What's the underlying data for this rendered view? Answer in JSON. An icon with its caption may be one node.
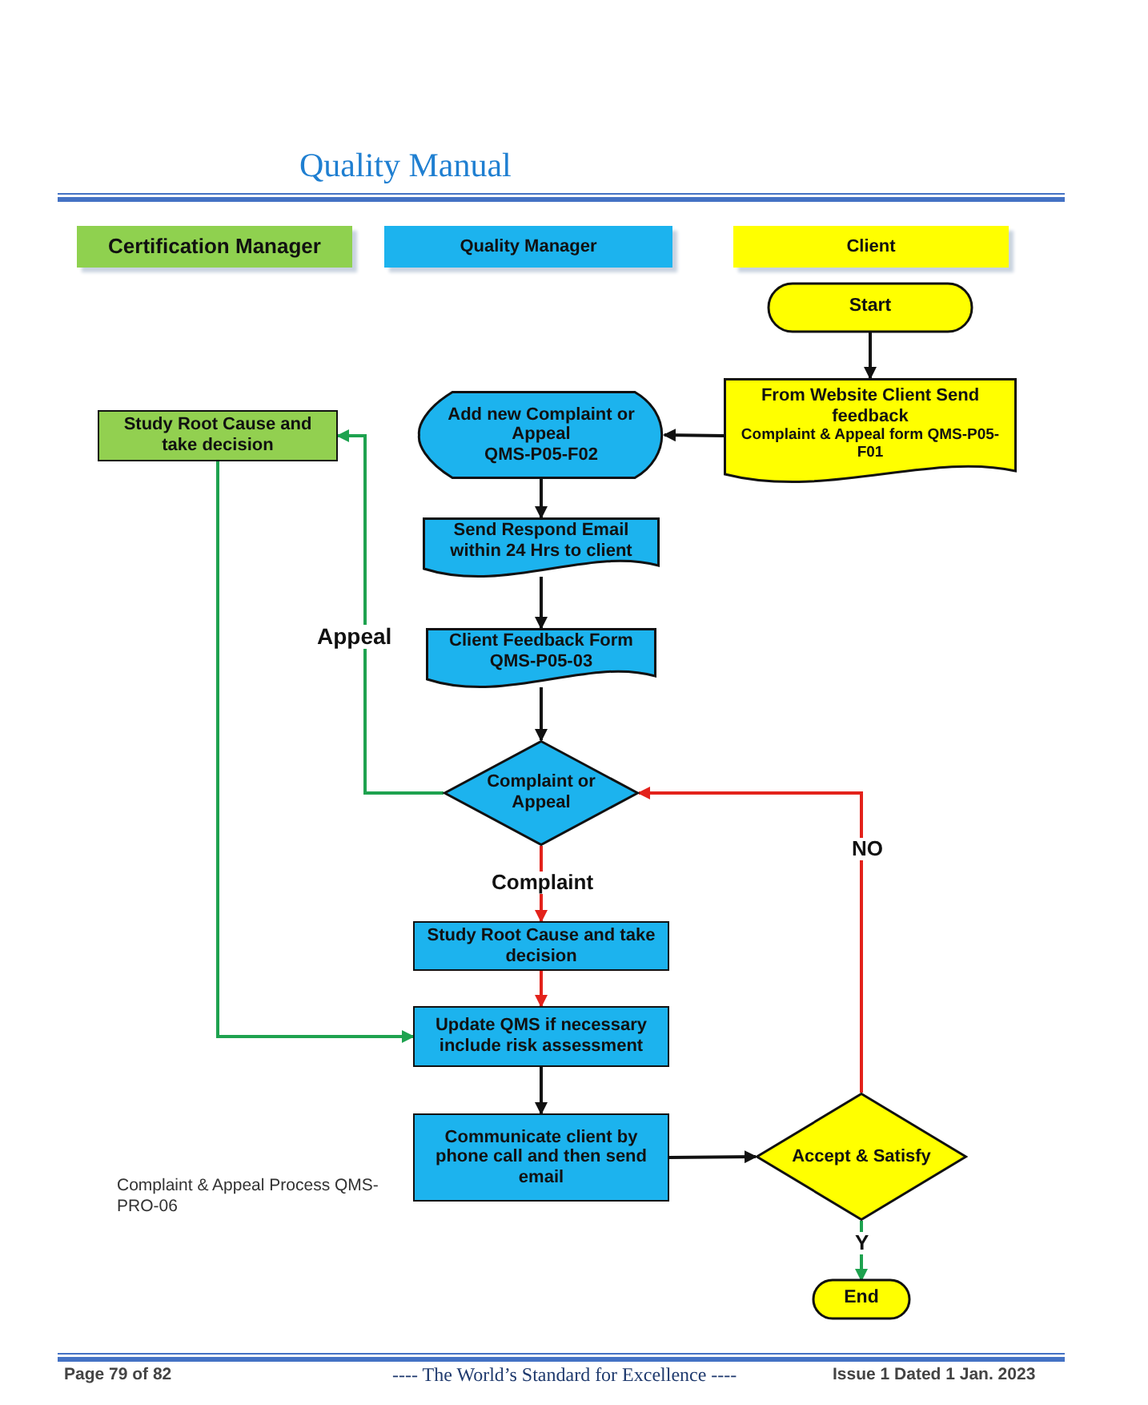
{
  "diagram": {
    "title": "Quality Manual",
    "nodes": [
      {
        "text": [
          "Certification Manager"
        ]
      },
      {
        "text": [
          "Quality Manager"
        ]
      },
      {
        "text": [
          "Client"
        ]
      },
      {
        "text": [
          "Start"
        ]
      },
      {
        "text": [
          "From Website Client Send feedback",
          "Complaint & Appeal form QMS-P05-F01"
        ]
      },
      {
        "text": [
          "Add new Complaint or Appeal",
          "QMS-P05-F02"
        ]
      },
      {
        "text": [
          "Study Root Cause and take decision"
        ]
      },
      {
        "text": [
          "Send Respond Email within 24 Hrs to client"
        ]
      },
      {
        "text": [
          "Client Feedback Form QMS-P05-03"
        ]
      },
      {
        "text": [
          "Complaint or Appeal"
        ]
      },
      {
        "text": [
          "Study Root Cause and take decision"
        ]
      },
      {
        "text": [
          "Update QMS if necessary include risk assessment"
        ]
      },
      {
        "text": [
          "Communicate client by phone call and then send email"
        ]
      },
      {
        "text": [
          "Accept & Satisfy"
        ]
      },
      {
        "text": [
          "End"
        ]
      }
    ],
    "edges": [
      {
        "from": 3,
        "to": 4,
        "arrow": "to"
      },
      {
        "from": 4,
        "to": 5,
        "arrow": "to"
      },
      {
        "from": 5,
        "to": 7,
        "arrow": "to"
      },
      {
        "from": 7,
        "to": 8,
        "arrow": "to"
      },
      {
        "from": 8,
        "to": 9,
        "arrow": "to"
      },
      {
        "from": 9,
        "to": 6,
        "arrow": "to",
        "label": "Appeal",
        "color": "#1ea24f"
      },
      {
        "from": 9,
        "to": 10,
        "arrow": "to",
        "label": "Complaint",
        "color": "#e3221b"
      },
      {
        "from": 10,
        "to": 11,
        "arrow": "to",
        "color": "#e3221b"
      },
      {
        "from": 6,
        "to": 11,
        "arrow": "to",
        "color": "#1ea24f"
      },
      {
        "from": 11,
        "to": 12,
        "arrow": "to"
      },
      {
        "from": 12,
        "to": 13,
        "arrow": "to"
      },
      {
        "from": 13,
        "to": 9,
        "arrow": "to",
        "label": "NO",
        "color": "#e3221b"
      },
      {
        "from": 13,
        "to": 14,
        "arrow": "to",
        "label": "Y",
        "color": "#1ea24f"
      }
    ],
    "labels": [
      "Complaint & Appeal Process QMS-PRO-06",
      "Page 79 of 82",
      "---- The World’s Standard for Excellence ----",
      "Issue 1 Dated 1 Jan. 2023"
    ]
  }
}
